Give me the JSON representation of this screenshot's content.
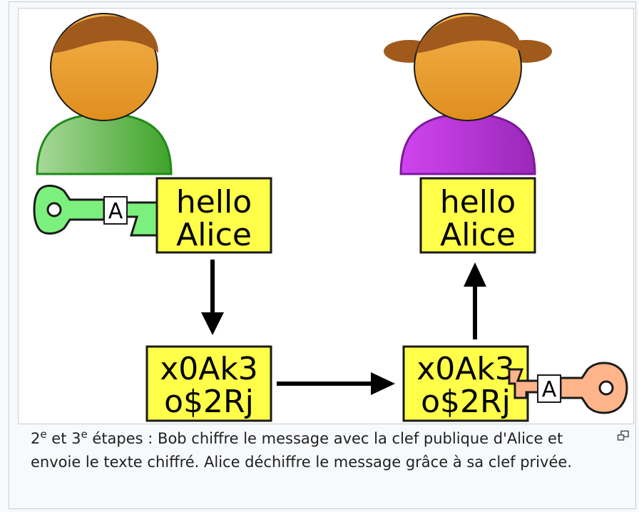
{
  "diagram": {
    "message_plain": [
      "hello",
      "Alice"
    ],
    "message_cipher": [
      "x0Ak3",
      "o$2Rj"
    ],
    "public_key_letter": "A",
    "private_key_letter": "A",
    "colors": {
      "bob_shirt": "#5fb84a",
      "alice_shirt": "#b936d8",
      "skin": "#f0a030",
      "hair": "#a05a1c",
      "message_box": "#ffff4a",
      "public_key": "#7cf07c",
      "private_key": "#ffb48a"
    }
  },
  "caption": {
    "part1_num": "2",
    "part1_sup": "e",
    "part2_text": " et 3",
    "part2_sup": "e",
    "text": " étapes : Bob chiffre le message avec la clef publique d'Alice et envoie le texte chiffré. Alice déchiffre le message grâce à sa clef privée."
  },
  "enlarge_icon": "enlarge-icon"
}
